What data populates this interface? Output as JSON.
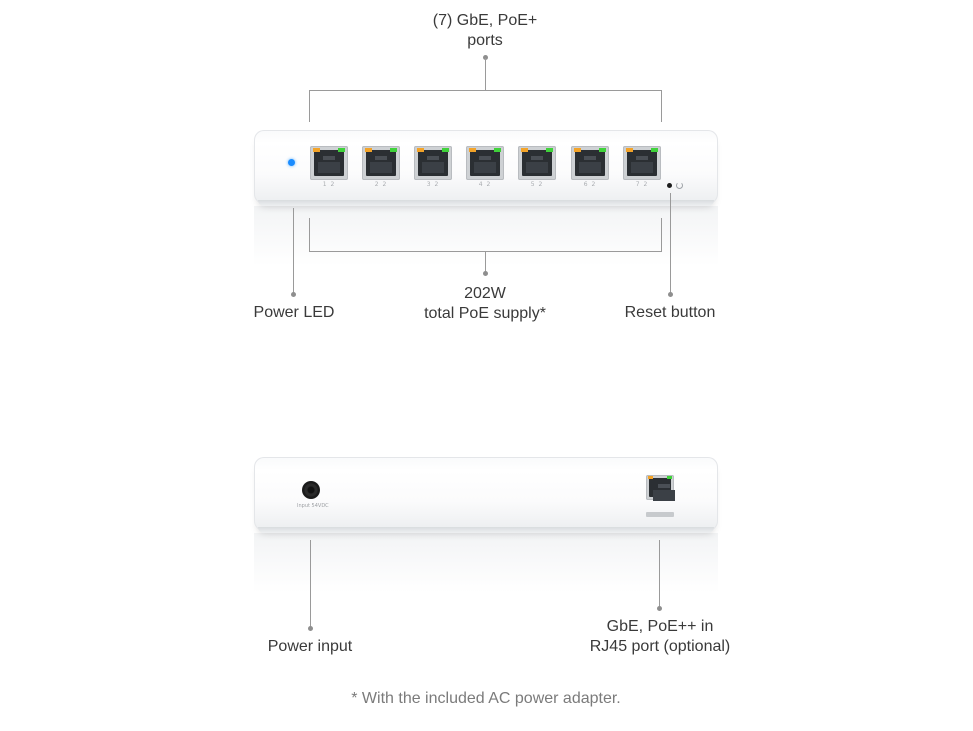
{
  "top_view": {
    "ports_label_line1": "(7) GbE, PoE+",
    "ports_label_line2": "ports",
    "power_led_label": "Power LED",
    "poe_supply_line1": "202W",
    "poe_supply_line2": "total PoE supply*",
    "reset_label": "Reset button",
    "port_count": 7,
    "port_numbers": [
      "1 2",
      "2 2",
      "3 2",
      "4 2",
      "5 2",
      "6 2",
      "7 2"
    ]
  },
  "rear_view": {
    "power_input_label": "Power input",
    "uplink_label_line1": "GbE, PoE++ in",
    "uplink_label_line2": "RJ45 port (optional)"
  },
  "footnote": "* With the included AC power adapter.",
  "colors": {
    "power_led": "#1a8cff",
    "link_led_amber": "#f3a328",
    "link_led_green": "#3fd23a",
    "callout_line": "#9a9a9a"
  }
}
